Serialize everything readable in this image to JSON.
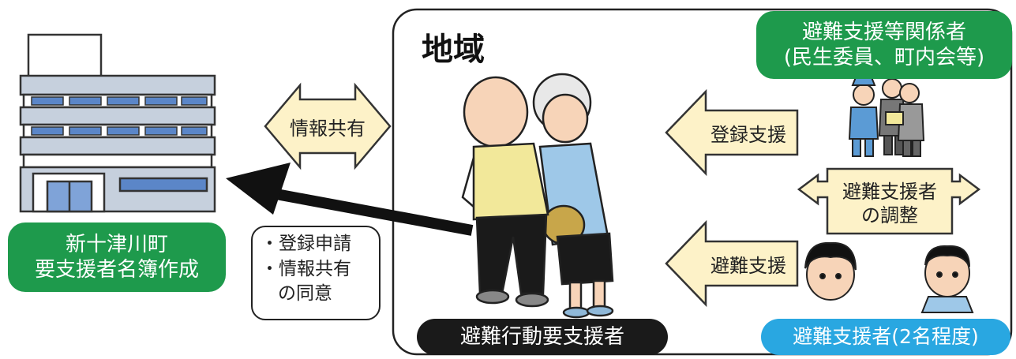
{
  "city_hall": {
    "label_line1": "新十津川町",
    "label_line2": "要支援者名簿作成",
    "label_color": "#1e9a4c"
  },
  "arrows": {
    "info_share": "情報共有",
    "registration_support": "登録支援",
    "evacuation_support": "避難支援",
    "fill_color": "#fdf2c8"
  },
  "consent_box": {
    "item1": "・登録申請",
    "item2": "・情報共有",
    "item3": "の同意"
  },
  "region": {
    "title": "地域",
    "person_label": "避難行動要支援者"
  },
  "stakeholders": {
    "line1": "避難支援等関係者",
    "line2": "(民生委員、町内会等)",
    "color": "#1e9a4c"
  },
  "coordination": {
    "line1": "避難支援者",
    "line2": "の調整"
  },
  "supporters": {
    "label": "避難支援者(2名程度)",
    "color": "#29a7e1"
  }
}
